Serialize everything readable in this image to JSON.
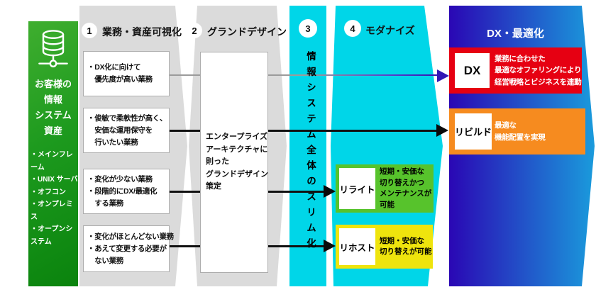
{
  "left_panel": {
    "title_lines": [
      "お客様の",
      "情報",
      "システム",
      "資産"
    ],
    "items": [
      "・メインフレーム",
      "・UNIX サーバ",
      "・オフコン",
      "・オンプレミス",
      "・オープンシステム"
    ]
  },
  "steps": {
    "s1": {
      "number": "1",
      "title": "業務・資産可視化",
      "boxes": [
        {
          "lines": [
            "・DX化に向けて",
            "　優先度が高い業務"
          ]
        },
        {
          "lines": [
            "・俊敏で柔軟性が高く、",
            "　安価な運用保守を",
            "　行いたい業務"
          ]
        },
        {
          "lines": [
            "・変化が少ない業務",
            "・段階的にDX/最適化",
            "　する業務"
          ]
        },
        {
          "lines": [
            "・変化がほとんどない業務",
            "・あえて変更する必要が",
            "　ない業務"
          ]
        }
      ]
    },
    "s2": {
      "number": "2",
      "title": "グランドデザイン",
      "box_lines": [
        "エンタープライズ",
        "アーキテクチャに",
        "則った",
        "グランドデザイン",
        "策定"
      ]
    },
    "s3": {
      "number": "3",
      "vertical_text": "情報システム全体のスリム化"
    },
    "s4": {
      "number": "4",
      "title": "モダナイズ",
      "items": [
        {
          "label": "リライト",
          "lines": [
            "短期・安価な",
            "切り替えかつ",
            "メンテナンスが",
            "可能"
          ]
        },
        {
          "label": "リホスト",
          "lines": [
            "短期・安価な",
            "切り替えが可能"
          ]
        }
      ]
    }
  },
  "dx_panel": {
    "title": "DX・最適化",
    "items": [
      {
        "label": "DX",
        "lines": [
          "業務に合わせた",
          "最適なオファリングにより",
          "経営戦略とビジネスを連動"
        ]
      },
      {
        "label": "リビルド",
        "lines": [
          "最適な",
          "機能配置を実現"
        ]
      }
    ]
  },
  "colors": {
    "ribbon_gray": "#dbdbdb",
    "cyan": "#00d6e8",
    "green_panel_top": "#3fae2f",
    "green_panel_bottom": "#0a830d",
    "rewrite_green": "#57c32c",
    "rehost_yellow": "#efe40d",
    "dx_red": "#e60012",
    "rebuild_orange": "#f68b1f",
    "dx_panel_left": "#2a07b4",
    "dx_panel_right": "#1a9bdc",
    "arrow_indigo": "#3318b6",
    "line_black": "#0a0a0a"
  }
}
